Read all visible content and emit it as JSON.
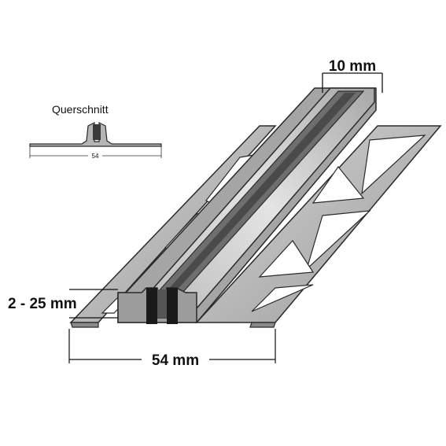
{
  "cross_section": {
    "title": "Querschnitt",
    "width_label": "54"
  },
  "dimensions": {
    "joint_width": "10 mm",
    "height_range": "2 - 25 mm",
    "total_width": "54 mm"
  },
  "colors": {
    "metal_light": "#c9c9c9",
    "metal_mid": "#a9a9a9",
    "metal_dark": "#7d7d7d",
    "insert_dark": "#4a4a4a",
    "insert_black": "#1a1a1a",
    "outline": "#2a2a2a"
  }
}
